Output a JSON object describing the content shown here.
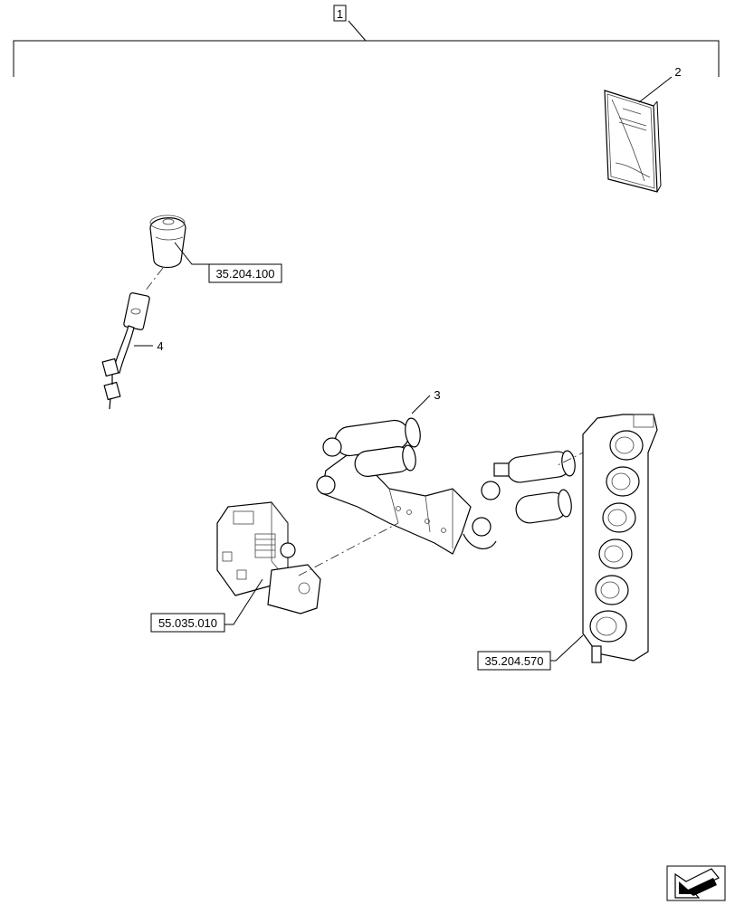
{
  "diagram": {
    "kit_callout": "1",
    "callouts": {
      "manual": "2",
      "valve_block": "3",
      "lever": "4"
    },
    "references": {
      "knob": "35.204.100",
      "control_valve": "55.035.010",
      "coupler_block": "35.204.570"
    },
    "colors": {
      "line": "#000000",
      "background": "#ffffff",
      "hatch": "#444444"
    },
    "icons": {
      "navigation": "arrow-left-down-icon"
    }
  }
}
